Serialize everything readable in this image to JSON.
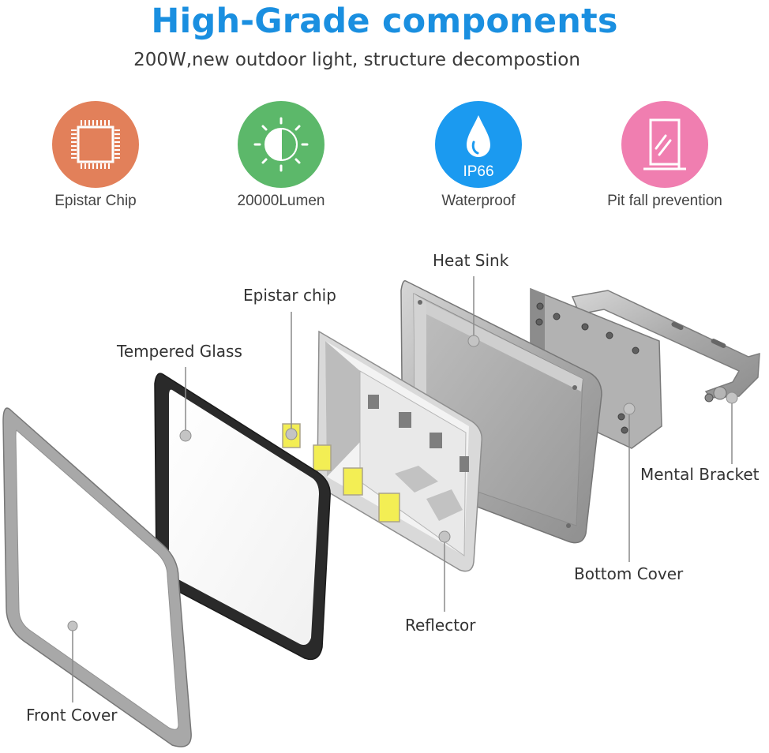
{
  "header": {
    "title": "High-Grade components",
    "subtitle": "200W,new outdoor light, structure decompostion"
  },
  "features": [
    {
      "label": "Epistar Chip",
      "icon": "chip-icon",
      "color": "#e2805a"
    },
    {
      "label": "20000Lumen",
      "icon": "sun-icon",
      "color": "#5cb86a"
    },
    {
      "label": "Waterproof",
      "icon": "water-drop-icon",
      "badge": "IP66",
      "color": "#1b9af0"
    },
    {
      "label": "Pit fall prevention",
      "icon": "glass-panel-icon",
      "color": "#f07eb0"
    }
  ],
  "parts": {
    "heat_sink": "Heat Sink",
    "epistar_chip": "Epistar chip",
    "tempered_glass": "Tempered Glass",
    "mental_bracket": "Mental Bracket",
    "bottom_cover": "Bottom Cover",
    "reflector": "Reflector",
    "front_cover": "Front Cover"
  }
}
